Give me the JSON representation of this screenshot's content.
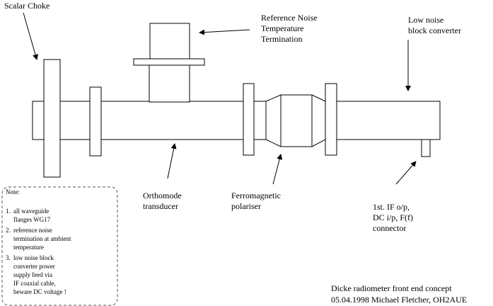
{
  "labels": {
    "scalar_choke": "Scalar Choke",
    "reference_noise": [
      "Reference Noise",
      "Temperature",
      "Termination"
    ],
    "lnb": [
      "Low noise",
      "block converter"
    ],
    "orthomode": [
      "Orthomode",
      "transducer"
    ],
    "polariser": [
      "Ferromagnetic",
      "polariser"
    ],
    "if_connector": [
      "1st. IF o/p,",
      "DC i/p, F(f)",
      "connector"
    ]
  },
  "note": {
    "title": "Note:",
    "items": [
      {
        "number": "1.",
        "lines": [
          "all waveguide",
          "flanges WG17"
        ]
      },
      {
        "number": "2.",
        "lines": [
          "reference noise",
          "termination at ambient",
          "temperature"
        ]
      },
      {
        "number": "3.",
        "lines": [
          "low noise block",
          "converter power",
          "supply feed via",
          "IF coaxial cable,",
          "beware DC voltage !"
        ]
      }
    ]
  },
  "footer": {
    "line1": "Dicke radiometer front end concept",
    "line2": "05.04.1998 Michael Fletcher, OH2AUE"
  },
  "colors": {
    "line": "#000000",
    "background": "#ffffff",
    "note_border": "#555555"
  }
}
